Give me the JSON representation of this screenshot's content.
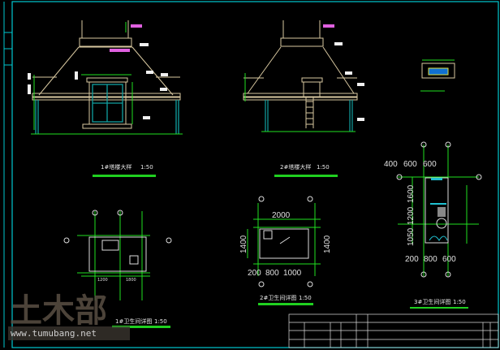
{
  "colors": {
    "background": "#000000",
    "frame": "#00c8d0",
    "dimension": "#20e020",
    "wall": "#d8c8a0",
    "window": "#40b0b0",
    "tag": "#e060e0"
  },
  "drawings": {
    "tower1": {
      "title": "1#塔楼大样",
      "scale": "1:50"
    },
    "tower2": {
      "title": "2#塔楼大样",
      "scale": "1:50"
    },
    "bath1": {
      "title": "1#卫生间详图",
      "scale": "1:50",
      "dims": [
        "1200",
        "1800"
      ]
    },
    "bath2": {
      "title": "2#卫生间详图",
      "scale": "1:50",
      "top": "2000",
      "side": "1400",
      "bottom": [
        "200",
        "800",
        "1000"
      ],
      "right": "1400"
    },
    "bath3": {
      "title": "3#卫生间详图",
      "scale": "1:50",
      "top": [
        "400",
        "600",
        "600"
      ],
      "side": [
        "1600",
        "1200",
        "1050"
      ],
      "bottom": [
        "200",
        "800",
        "600"
      ]
    }
  },
  "watermark": {
    "logo": "土木部",
    "url": "www.tumubang.net"
  }
}
